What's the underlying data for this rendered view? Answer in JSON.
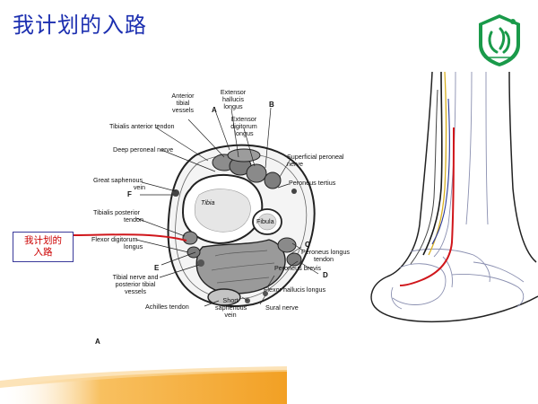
{
  "slide": {
    "title": "我计划的入路",
    "callout": {
      "line1": "我计划的",
      "line2": "入路"
    }
  },
  "colors": {
    "title": "#1c2fb0",
    "callout_text": "#cc0000",
    "callout_border": "#3a3a9a",
    "route": "#d0161b",
    "logo": "#1a9a4a",
    "stripe": "#f2a024"
  },
  "figure": {
    "panel_label": "A",
    "bone_labels": {
      "tibia": "Tibia",
      "fibula": "Fibula"
    },
    "labels": {
      "anterior_tibial_vessels": [
        "Anterior",
        "tibial",
        "vessels"
      ],
      "extensor_hallucis_longus": [
        "Extensor",
        "hallucis",
        "longus"
      ],
      "extensor_digitorum_longus": [
        "Extensor",
        "digitorum",
        "longus"
      ],
      "tibialis_anterior_tendon": "Tibialis anterior tendon",
      "deep_peroneal_nerve": "Deep peroneal nerve",
      "superficial_peroneal_nerve": [
        "Superficial peroneal",
        "nerve"
      ],
      "peroneus_tertius": "Peroneus tertius",
      "great_saphenous_vein": [
        "Great saphenous",
        "vein"
      ],
      "tibialis_posterior_tendon": [
        "Tibialis posterior",
        "tendon"
      ],
      "flexor_digitorum_longus": [
        "Flexor digitorum",
        "longus"
      ],
      "peroneus_longus_tendon": [
        "Peroneus longus",
        "tendon"
      ],
      "peroneus_brevis": "Peroneus brevis",
      "tibial_nerve_vessels": [
        "Tibial nerve and",
        "posterior tibial",
        "vessels"
      ],
      "flexor_hallucis_longus": "Flexor hallucis longus",
      "achilles_tendon": "Achilles tendon",
      "short_saphenous_vein": [
        "Short",
        "saphenous",
        "vein"
      ],
      "sural_nerve": "Sural nerve"
    },
    "letters": {
      "a": "A",
      "b": "B",
      "c": "C",
      "d": "D",
      "e": "E",
      "f": "F"
    }
  }
}
